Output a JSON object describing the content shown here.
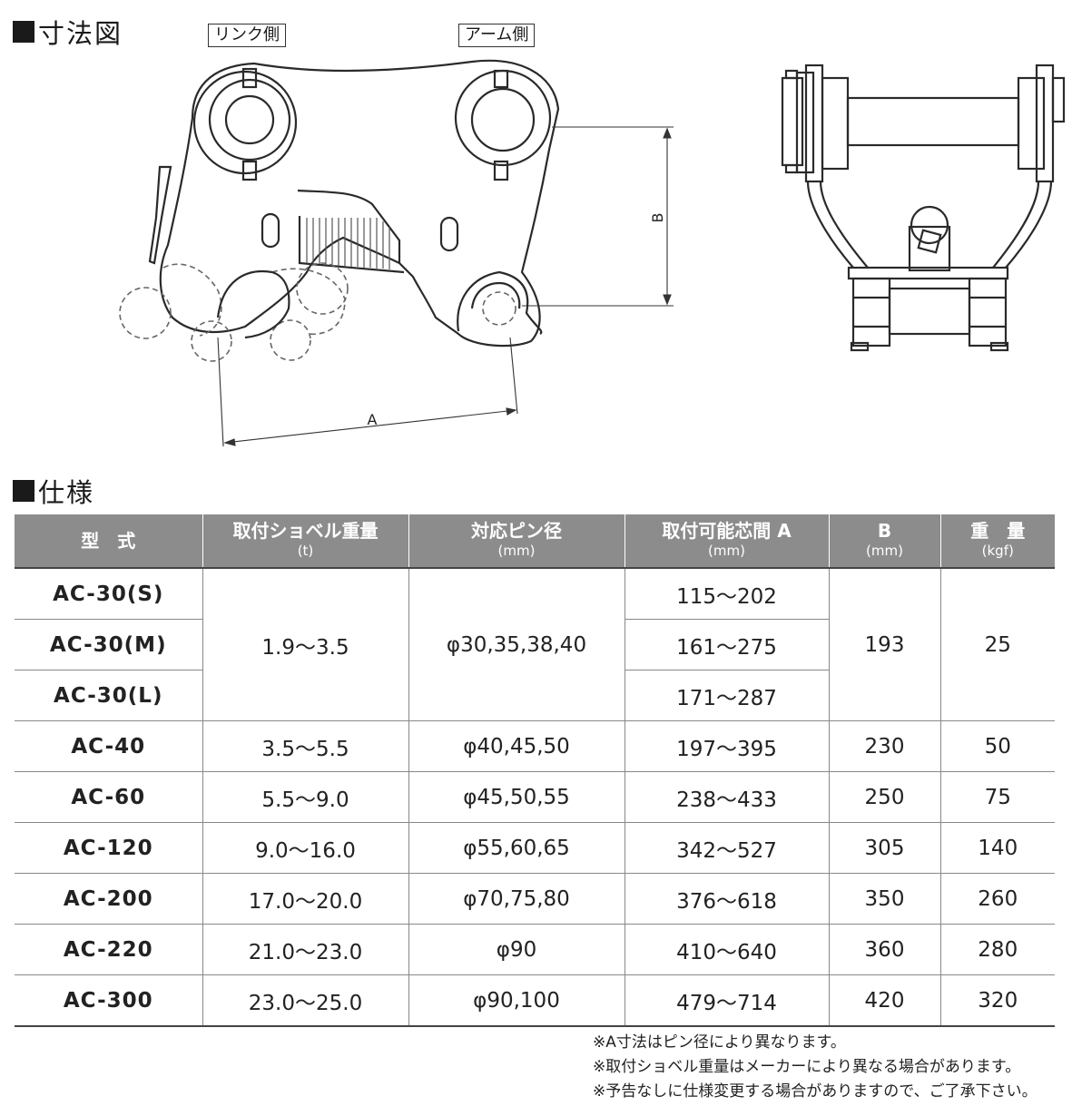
{
  "sections": {
    "dimensions_title": "寸法図",
    "spec_title": "仕様"
  },
  "drawing": {
    "link_side": "リンク側",
    "arm_side": "アーム側",
    "label_a": "A",
    "label_b": "B"
  },
  "table": {
    "headers": [
      {
        "label": "型　式",
        "unit": ""
      },
      {
        "label": "取付ショベル重量",
        "unit": "(t)"
      },
      {
        "label": "対応ピン径",
        "unit": "(mm)"
      },
      {
        "label": "取付可能芯間 A",
        "unit": "(mm)"
      },
      {
        "label": "B",
        "unit": "(mm)"
      },
      {
        "label": "重　量",
        "unit": "(kgf)"
      }
    ],
    "ac30": {
      "models": [
        "AC-30(S)",
        "AC-30(M)",
        "AC-30(L)"
      ],
      "weight": "1.9〜3.5",
      "pin": "φ30,35,38,40",
      "a": [
        "115〜202",
        "161〜275",
        "171〜287"
      ],
      "b": "193",
      "kgf": "25"
    },
    "rows": [
      {
        "model": "AC-40",
        "weight": "3.5〜5.5",
        "pin": "φ40,45,50",
        "a": "197〜395",
        "b": "230",
        "kgf": "50"
      },
      {
        "model": "AC-60",
        "weight": "5.5〜9.0",
        "pin": "φ45,50,55",
        "a": "238〜433",
        "b": "250",
        "kgf": "75"
      },
      {
        "model": "AC-120",
        "weight": "9.0〜16.0",
        "pin": "φ55,60,65",
        "a": "342〜527",
        "b": "305",
        "kgf": "140"
      },
      {
        "model": "AC-200",
        "weight": "17.0〜20.0",
        "pin": "φ70,75,80",
        "a": "376〜618",
        "b": "350",
        "kgf": "260"
      },
      {
        "model": "AC-220",
        "weight": "21.0〜23.0",
        "pin": "φ90",
        "a": "410〜640",
        "b": "360",
        "kgf": "280"
      },
      {
        "model": "AC-300",
        "weight": "23.0〜25.0",
        "pin": "φ90,100",
        "a": "479〜714",
        "b": "420",
        "kgf": "320"
      }
    ]
  },
  "notes": [
    "※A寸法はピン径により異なります。",
    "※取付ショベル重量はメーカーにより異なる場合があります。",
    "※予告なしに仕様変更する場合がありますので、ご了承下さい。"
  ]
}
